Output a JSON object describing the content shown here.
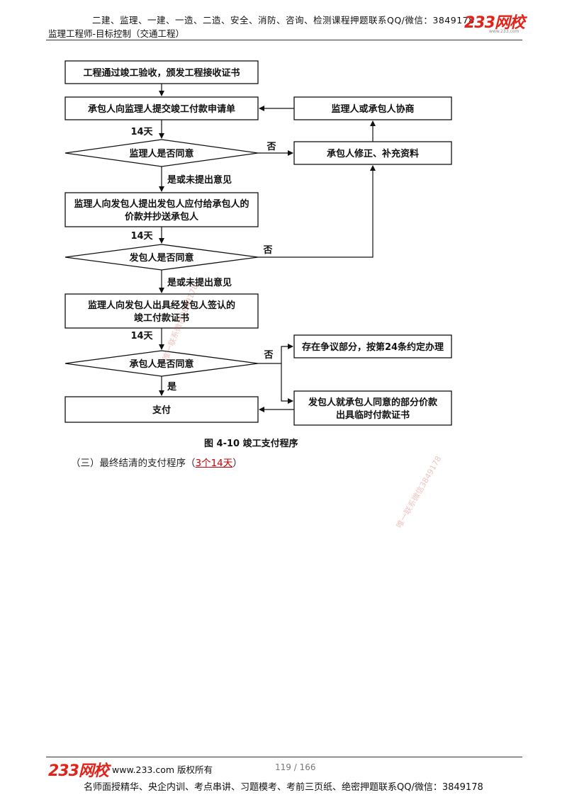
{
  "header": {
    "top_line": "二建、监理、一建、一造、二造、安全、消防、咨询、检测课程押题联系QQ/微信：3849178",
    "subtitle": "监理工程师-目标控制（交通工程）",
    "logo": "233网校",
    "logo_url": "www.233.com"
  },
  "flowchart": {
    "box_issue_cert": "工程通过竣工验收，颁发工程接收证书",
    "box_apply": "承包人向监理人提交竣工付款申请单",
    "box_negotiate": "监理人或承包人协商",
    "label_14d_1": "14天",
    "diamond_supervisor": "监理人是否同意",
    "label_no_1": "否",
    "box_revise": "承包人修正、补充资料",
    "label_yes_1": "是或未提出意见",
    "box_propose_line1": "监理人向发包人提出发包人应付给承包人的",
    "box_propose_line2": "价款并抄送承包人",
    "label_14d_2": "14天",
    "diamond_employer": "发包人是否同意",
    "label_no_2": "否",
    "label_yes_2": "是或未提出意见",
    "box_issue_line1": "监理人向发包人出具经发包人签认的",
    "box_issue_line2": "竣工付款证书",
    "label_14d_3": "14天",
    "diamond_contractor": "承包人是否同意",
    "label_no_3": "否",
    "box_dispute": "存在争议部分，按第24条约定办理",
    "label_yes_3": "是",
    "box_pay": "支付",
    "box_temp_line1": "发包人就承包人同意的部分价款",
    "box_temp_line2": "出具临时付款证书"
  },
  "caption": "图 4-10    竣工支付程序",
  "subsection": {
    "prefix": "（三）最终结清的支付程序（",
    "highlight": "3个14天",
    "suffix": "）"
  },
  "watermarks": [
    "唯一联系微信3849178",
    "唯一联系微信3849178"
  ],
  "footer": {
    "logo": "233网校",
    "site": "www.233.com 版权所有",
    "page": "119 / 166",
    "bottom_line": "名师面授精华、央企内训、考点串讲、习题模考、考前三页纸、绝密押题联系QQ/微信：3849178"
  }
}
